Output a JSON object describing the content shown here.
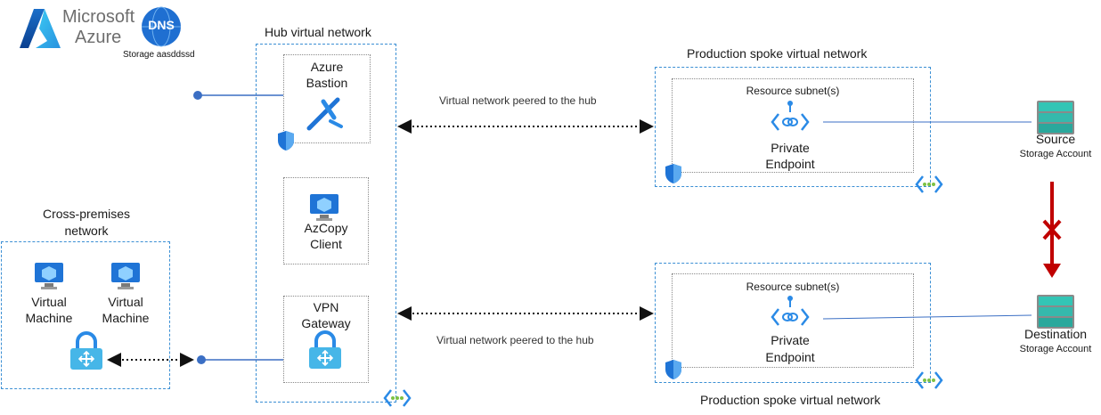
{
  "brand": {
    "line1": "Microsoft",
    "line2": "Azure"
  },
  "dns": {
    "badge": "DNS",
    "caption": "Storage aasddssd"
  },
  "hub": {
    "title": "Hub virtual network",
    "bastion_l1": "Azure",
    "bastion_l2": "Bastion",
    "azcopy_l1": "AzCopy",
    "azcopy_l2": "Client",
    "vpn_l1": "VPN",
    "vpn_l2": "Gateway"
  },
  "cross": {
    "title_l1": "Cross-premises",
    "title_l2": "network",
    "vm1_l1": "Virtual",
    "vm1_l2": "Machine",
    "vm2_l1": "Virtual",
    "vm2_l2": "Machine"
  },
  "peer": {
    "top_label": "Virtual network peered to the hub",
    "bottom_label": "Virtual network peered to the hub"
  },
  "spoke_top": {
    "title": "Production spoke virtual network",
    "subnet": "Resource subnet(s)",
    "pe_l1": "Private",
    "pe_l2": "Endpoint"
  },
  "spoke_bottom": {
    "title": "Production spoke virtual network",
    "subnet": "Resource subnet(s)",
    "pe_l1": "Private",
    "pe_l2": "Endpoint"
  },
  "source": {
    "name": "Source",
    "type": "Storage Account"
  },
  "destination": {
    "name": "Destination",
    "type": "Storage Account"
  },
  "colors": {
    "dashed_border": "#3b8fd4",
    "connector": "#3b6fc4",
    "blocked_arrow": "#c00000",
    "storage": "#33c5b5"
  }
}
